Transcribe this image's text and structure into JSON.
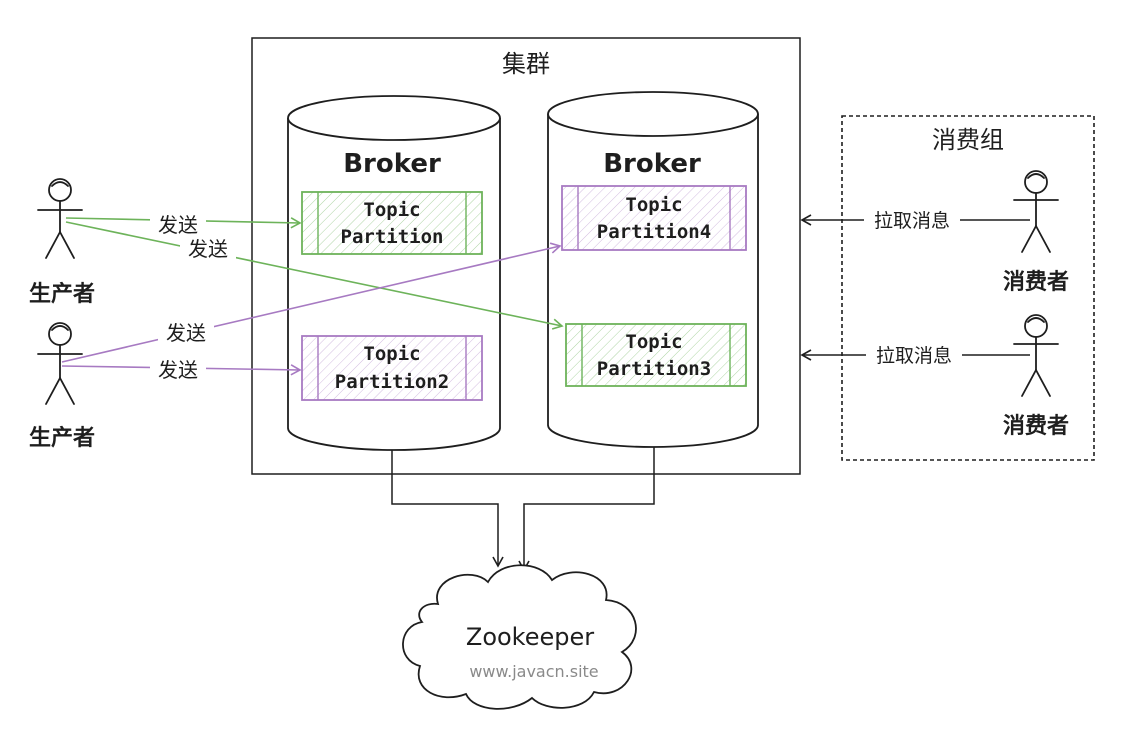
{
  "cluster": {
    "title": "集群"
  },
  "brokers": [
    {
      "title": "Broker",
      "partitions": [
        {
          "line1": "Topic",
          "line2": "Partition",
          "color": "#6db35a"
        },
        {
          "line1": "Topic",
          "line2": "Partition2",
          "color": "#a77ac2"
        }
      ]
    },
    {
      "title": "Broker",
      "partitions": [
        {
          "line1": "Topic",
          "line2": "Partition4",
          "color": "#a77ac2"
        },
        {
          "line1": "Topic",
          "line2": "Partition3",
          "color": "#6db35a"
        }
      ]
    }
  ],
  "producers": [
    {
      "label": "生产者",
      "icon": "stick-figure-icon"
    },
    {
      "label": "生产者",
      "icon": "stick-figure-icon"
    }
  ],
  "send_labels": [
    "发送",
    "发送",
    "发送",
    "发送"
  ],
  "consumer_group": {
    "title": "消费组",
    "consumers": [
      {
        "label": "消费者",
        "icon": "stick-figure-icon",
        "pull_label": "拉取消息"
      },
      {
        "label": "消费者",
        "icon": "stick-figure-icon",
        "pull_label": "拉取消息"
      }
    ]
  },
  "zookeeper": {
    "title": "Zookeeper",
    "watermark": "www.javacn.site",
    "icon": "cloud-icon"
  },
  "colors": {
    "green": "#6db35a",
    "purple": "#a77ac2",
    "ink": "#1e1e1e"
  }
}
